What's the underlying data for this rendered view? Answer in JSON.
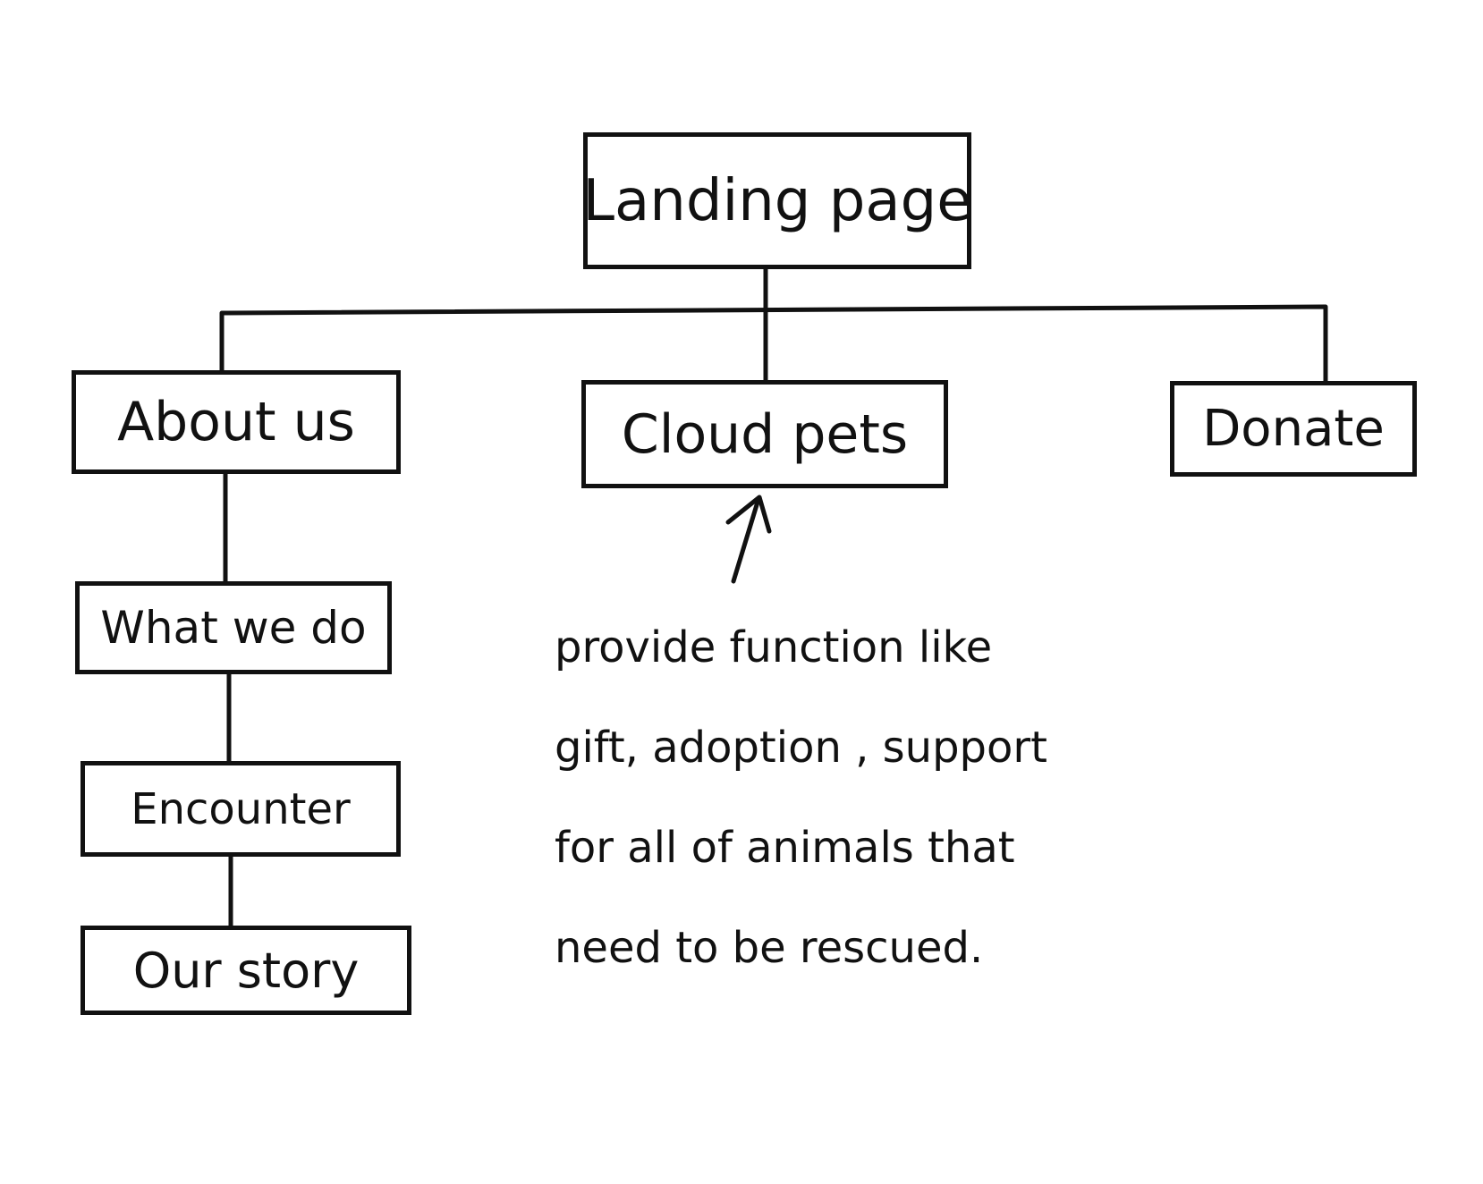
{
  "diagram": {
    "nodes": {
      "landing": "Landing page",
      "about": "About us",
      "cloud": "Cloud pets",
      "donate": "Donate",
      "what": "What we do",
      "encounter": "Encounter",
      "story": "Our story"
    },
    "annotation": {
      "lines": [
        "provide function like",
        "gift, adoption , support",
        "for all of animals that",
        "need to be rescued."
      ]
    },
    "edges": [
      [
        "landing",
        "about"
      ],
      [
        "landing",
        "cloud"
      ],
      [
        "landing",
        "donate"
      ],
      [
        "about",
        "what"
      ],
      [
        "what",
        "encounter"
      ],
      [
        "encounter",
        "story"
      ]
    ],
    "colors": {
      "ink": "#111111",
      "background": "#ffffff"
    }
  }
}
